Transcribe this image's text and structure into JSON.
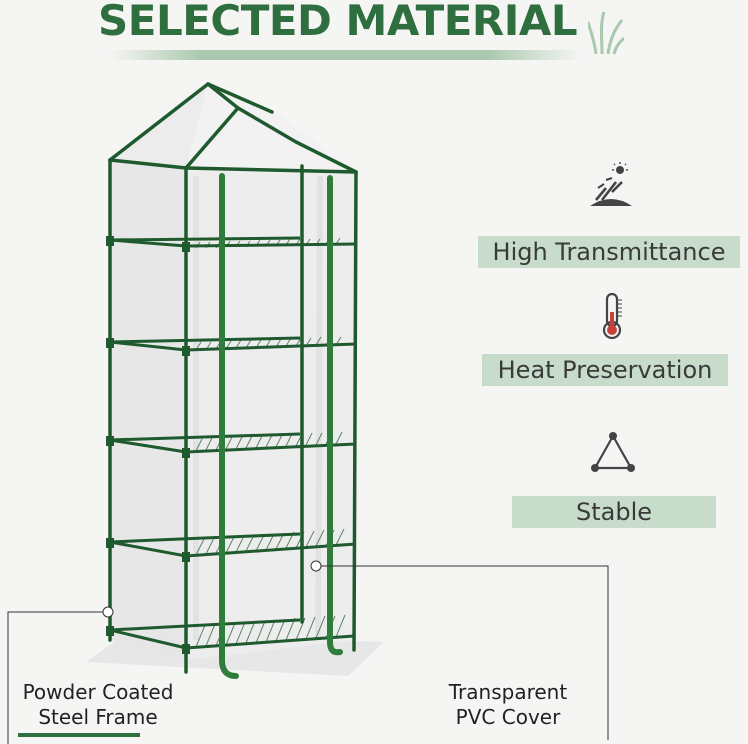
{
  "header": {
    "title": "SELECTED MATERIAL",
    "title_color": "#2f6e3f",
    "decor_icon": "grass-icon"
  },
  "features": [
    {
      "icon": "sun-plant-icon",
      "label": "High Transmittance"
    },
    {
      "icon": "thermometer-icon",
      "label": "Heat Preservation"
    },
    {
      "icon": "triangle-nodes-icon",
      "label": "Stable"
    }
  ],
  "callouts": {
    "frame": {
      "line1": "Powder Coated",
      "line2": "Steel Frame"
    },
    "cover": {
      "line1": "Transparent",
      "line2": "PVC Cover"
    }
  },
  "colors": {
    "frame_green": "#1f5a2e",
    "label_bg": "#c7dccb",
    "accent_green": "#2f6e3f"
  }
}
